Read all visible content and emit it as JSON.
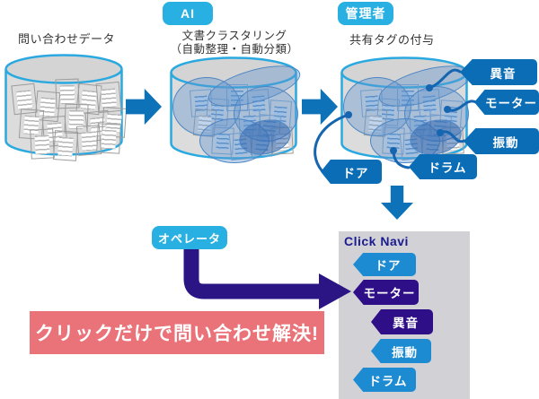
{
  "stage1": {
    "label": "問い合わせデータ"
  },
  "stage2": {
    "badge": "AI",
    "caption1": "文書クラスタリング",
    "caption2": "（自動整理・自動分類）"
  },
  "stage3": {
    "badge": "管理者",
    "caption": "共有タグの付与",
    "tag_right_1": "異音",
    "tag_right_2": "モーター",
    "tag_right_3": "振動",
    "tag_bottom_left": "ドア",
    "tag_bottom_right": "ドラム"
  },
  "operator": {
    "badge": "オペレータ"
  },
  "click_navi": {
    "title": "Click Navi",
    "items": [
      {
        "label": "ドア",
        "style": "blue"
      },
      {
        "label": "モーター",
        "style": "purple"
      },
      {
        "label": "異音",
        "style": "purple"
      },
      {
        "label": "振動",
        "style": "blue"
      },
      {
        "label": "ドラム",
        "style": "blue"
      }
    ]
  },
  "banner": {
    "text": "クリックだけで問い合わせ解決!"
  },
  "colors": {
    "badge_cyan": "#29b0e2",
    "arrow_blue": "#0e72b9",
    "tag_blue": "#0a6db6",
    "navi_blue": "#1d8bd1",
    "navi_purple": "#2e0f87",
    "elbow_purple": "#2b1584",
    "banner_red": "#e97379",
    "cylinder_stroke": "#2aa9e0",
    "panel_gray": "#d2d2d6"
  }
}
